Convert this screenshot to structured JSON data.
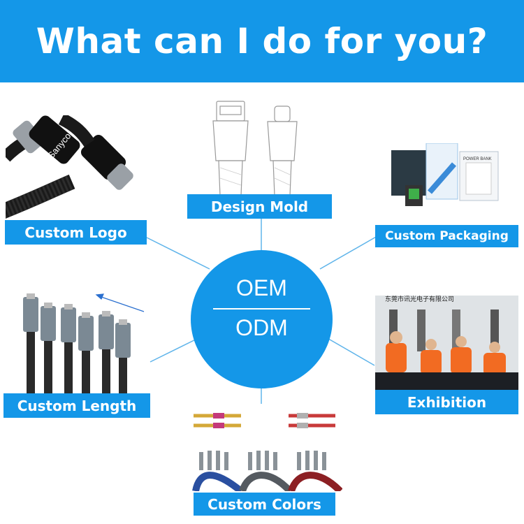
{
  "header": {
    "title": "What can I do for you?"
  },
  "center": {
    "line1": "OEM",
    "line2": "ODM"
  },
  "labels": {
    "custom_logo": "Custom Logo",
    "design_mold": "Design Mold",
    "custom_packaging": "Custom Packaging",
    "custom_length": "Custom Length",
    "exhibition": "Exhibition",
    "custom_colors": "Custom Colors"
  },
  "images": {
    "logo_cable_brand": "Sanyconn",
    "exhibition_banner": "东莞市讯光电子有限公司"
  },
  "colors": {
    "accent": "#1497e8",
    "connector_lines": "#5fb4ea"
  }
}
